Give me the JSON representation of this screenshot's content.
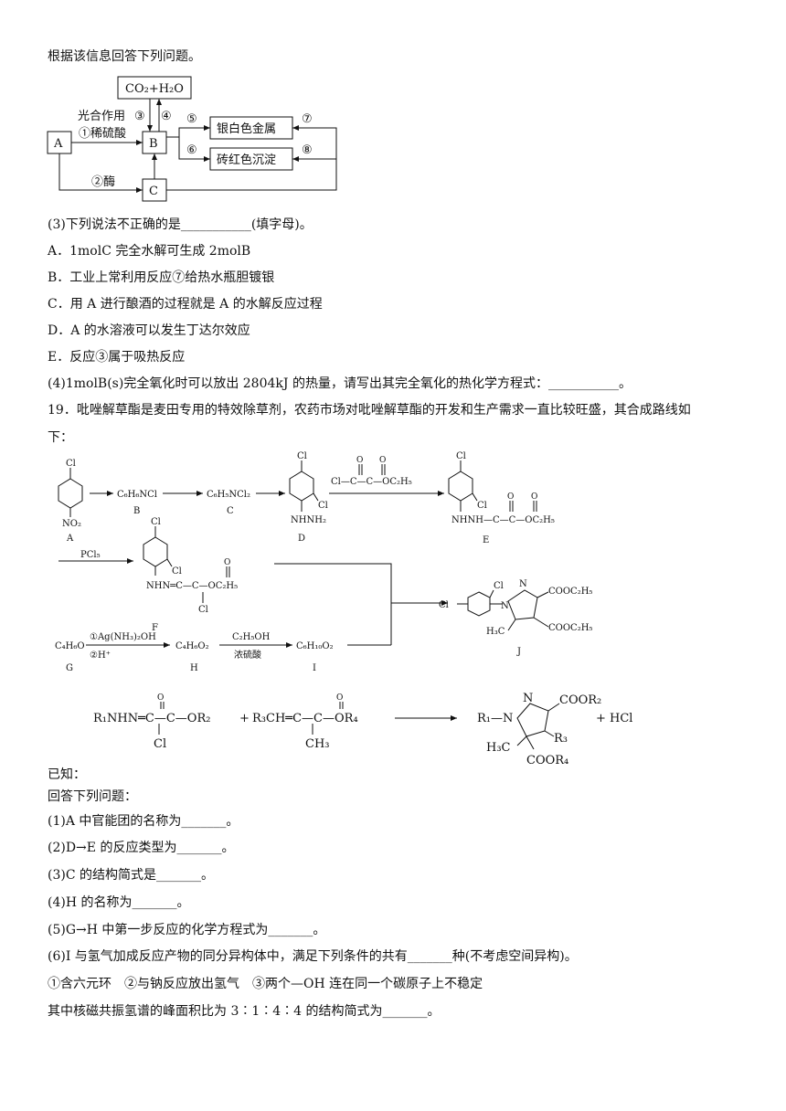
{
  "intro": "根据该信息回答下列问题。",
  "diagram1": {
    "box_top": "CO₂+H₂O",
    "box_a": "A",
    "box_b": "B",
    "box_c": "C",
    "box_silver": "银白色金属",
    "box_brick": "砖红色沉淀",
    "photo": "光合作用",
    "n3": "③",
    "n4": "④",
    "n5": "⑤",
    "n6": "⑥",
    "n7": "⑦",
    "n8": "⑧",
    "acid": "①稀硫酸",
    "enzyme": "②酶"
  },
  "q3": {
    "stem": "(3)下列说法不正确的是___________(填字母)。",
    "options": [
      "A．1molC 完全水解可生成 2molB",
      "B．工业上常利用反应⑦给热水瓶胆镀银",
      "C．用 A 进行酿酒的过程就是 A 的水解反应过程",
      "D．A 的水溶液可以发生丁达尔效应",
      "E．反应③属于吸热反应"
    ]
  },
  "q4": "(4)1molB(s)完全氧化时可以放出 2804kJ 的热量，请写出其完全氧化的热化学方程式：___________。",
  "q19": {
    "line1": "19．吡唑解草酯是麦田专用的特效除草剂，农药市场对吡唑解草酯的开发和生产需求一直比较旺盛，其合成路线如",
    "line2": "下："
  },
  "route": {
    "a": "A",
    "b": "B",
    "c": "C",
    "d": "D",
    "e": "E",
    "f": "F",
    "g": "G",
    "h": "H",
    "i": "I",
    "j": "J",
    "cl": "Cl",
    "no2": "NO₂",
    "nhnh2": "NHNH₂",
    "b_formula": "C₆H₆NCl",
    "c_formula": "C₆H₅NCl₂",
    "oxalyl": "Cl—C—C—OC₂H₅",
    "e_chain": "NHNH—C—C—OC₂H₅",
    "pcl5": "PCl₅",
    "f_chain": "NHN═C—C—OC₂H₅",
    "g_formula": "C₄H₆O",
    "h_formula": "C₄H₆O₂",
    "i_formula": "C₆H₁₀O₂",
    "cond1": "①Ag(NH₃)₂OH",
    "cond2": "②H⁺",
    "etoh": "C₂H₅OH",
    "h2so4": "浓硫酸",
    "j_cooet1": "COOC₂H₅",
    "j_cooet2": "COOC₂H₅",
    "h3c": "H₃C",
    "n": "N",
    "o": "O"
  },
  "known": {
    "r1": "R₁NHN═C—C—OR₂",
    "plus1": "+",
    "r3": "R₃CH═C—C—OR₄",
    "ch3": "CH₃",
    "prod_r1": "R₁—N",
    "coor2": "COOR₂",
    "r3p": "R₃",
    "coor4": "COOR₄",
    "hcl": "+ HCl",
    "label": "已知："
  },
  "questions": [
    "回答下列问题：",
    "(1)A 中官能团的名称为_______。",
    "(2)D→E 的反应类型为_______。",
    "(3)C 的结构简式是_______。",
    "(4)H 的名称为_______。",
    "(5)G→H 中第一步反应的化学方程式为_______。",
    "(6)I 与氢气加成反应产物的同分异构体中，满足下列条件的共有_______种(不考虑空间异构)。",
    "①含六元环　②与钠反应放出氢气　③两个—OH 连在同一个碳原子上不稳定",
    "其中核磁共振氢谱的峰面积比为 3∶1∶4∶4 的结构简式为_______。"
  ]
}
